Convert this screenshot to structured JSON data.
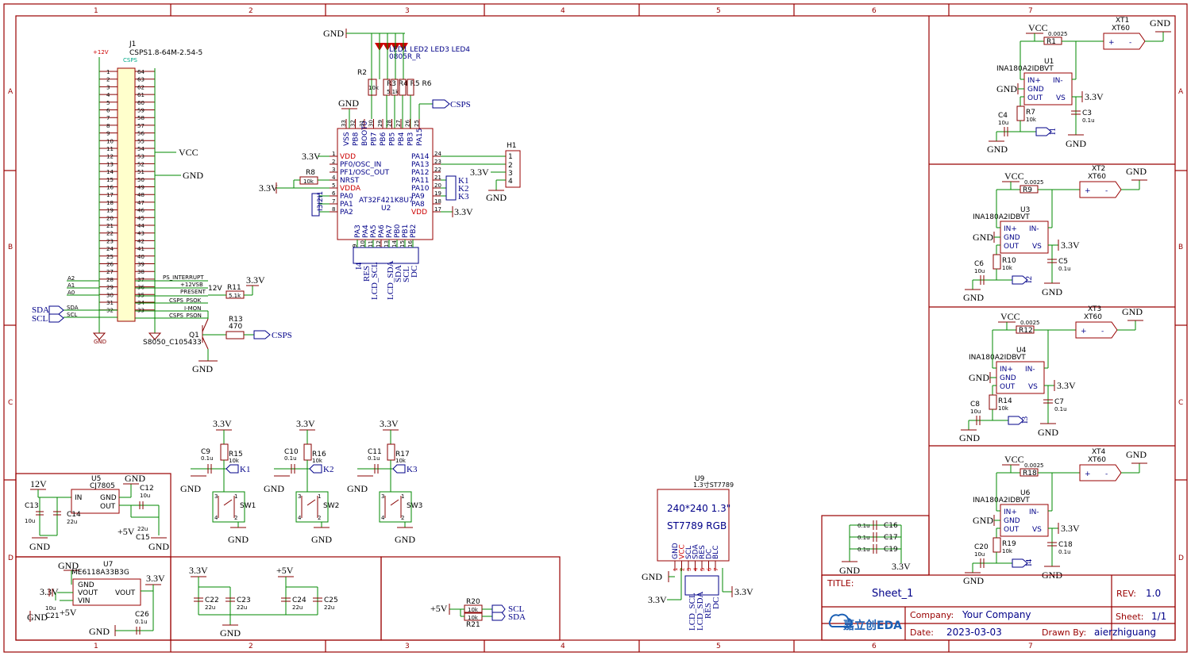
{
  "ruler": {
    "cols": [
      "1",
      "2",
      "3",
      "4",
      "5",
      "6",
      "7"
    ],
    "rows": [
      "A",
      "B",
      "C",
      "D"
    ]
  },
  "nets": {
    "plus12v": "+12V",
    "gnd": "GND",
    "vcc": "VCC",
    "v33": "3.3V",
    "v12": "12V",
    "plus5v": "+5V",
    "csps": "CSPS",
    "sda": "SDA",
    "scl": "SCL",
    "k1": "K1",
    "k2": "K2",
    "k3": "K3",
    "i1": "I1",
    "i2": "I2",
    "i3": "I3",
    "i4": "I4",
    "res": "RES",
    "lcd_scl": "LCD_SCL",
    "lcd_sda": "LCD_SDA",
    "dc": "DC",
    "blc": "BLC"
  },
  "j1": {
    "ref": "J1",
    "value": "CSPS1.8-64M-2.54-5",
    "inner": "CSPS",
    "pins_left": [
      "1",
      "2",
      "3",
      "4",
      "5",
      "6",
      "7",
      "8",
      "9",
      "10",
      "11",
      "12",
      "13",
      "14",
      "15",
      "16",
      "17",
      "18",
      "19",
      "20",
      "21",
      "22",
      "23",
      "24",
      "25",
      "26",
      "27",
      "28",
      "29",
      "30",
      "31",
      "32"
    ],
    "pins_right": [
      "64",
      "63",
      "62",
      "61",
      "60",
      "59",
      "58",
      "57",
      "56",
      "55",
      "54",
      "53",
      "52",
      "51",
      "50",
      "49",
      "48",
      "47",
      "46",
      "45",
      "44",
      "43",
      "42",
      "41",
      "40",
      "39",
      "38",
      "37",
      "36",
      "35",
      "34",
      "33"
    ],
    "side_left": [
      "A2",
      "A1",
      "A0"
    ],
    "signals": [
      "PS_INTERRUPT",
      "+12VSB",
      "PRESENT",
      "CSPS_PSOK",
      "I-MON",
      "CSPS_PSON",
      "SDA",
      "SCL"
    ]
  },
  "r11": {
    "ref": "R11",
    "value": "5.1k"
  },
  "q1": {
    "ref": "Q1",
    "value": "S8050_C105433"
  },
  "r13": {
    "ref": "R13",
    "value": "470"
  },
  "mcu": {
    "ref": "U2",
    "value": "AT32F421K8U7",
    "top_pins": [
      "VSS",
      "PB8",
      "BOOT0",
      "PB7",
      "PB6",
      "PB5",
      "PB4",
      "PB3",
      "PA15"
    ],
    "top_nums": [
      "33",
      "32",
      "31",
      "30",
      "29",
      "28",
      "27",
      "26",
      "25"
    ],
    "left_pins": [
      "VDD",
      "PF0/OSC_IN",
      "PF1/OSC_OUT",
      "NRST",
      "VDDA",
      "PA0",
      "PA1",
      "PA2"
    ],
    "left_nums": [
      "1",
      "2",
      "3",
      "4",
      "5",
      "6",
      "7",
      "8"
    ],
    "right_pins": [
      "PA14",
      "PA13",
      "PA12",
      "PA11",
      "PA10",
      "PA9",
      "PA8",
      "VDD"
    ],
    "right_nums": [
      "24",
      "23",
      "22",
      "21",
      "20",
      "19",
      "18",
      "17"
    ],
    "bottom_pins": [
      "PA3",
      "PA4",
      "PA5",
      "PA6",
      "PA7",
      "PB0",
      "PB1",
      "PB2"
    ],
    "bottom_nums": [
      "9",
      "10",
      "11",
      "12",
      "13",
      "14",
      "15",
      "16"
    ]
  },
  "leds": {
    "refs": "LED1 LED2 LED3 LED4",
    "value": "0805R_R"
  },
  "r2": {
    "ref": "R2",
    "value": "10k"
  },
  "r3_6": {
    "refs": "R3 R4 R5 R6",
    "value": "5.1k"
  },
  "r8": {
    "ref": "R8",
    "value": "10k"
  },
  "h1": {
    "ref": "H1",
    "pins": [
      "1",
      "2",
      "3",
      "4"
    ]
  },
  "ina": [
    {
      "ref": "U1",
      "xt": "XT1",
      "r": "R1",
      "rs": "R7",
      "c1": "C4",
      "c2": "C3",
      "io": "I1"
    },
    {
      "ref": "U3",
      "xt": "XT2",
      "r": "R9",
      "rs": "R10",
      "c1": "C6",
      "c2": "C5",
      "io": "I2"
    },
    {
      "ref": "U4",
      "xt": "XT3",
      "r": "R12",
      "rs": "R14",
      "c1": "C8",
      "c2": "C7",
      "io": "I3"
    },
    {
      "ref": "U6",
      "xt": "XT4",
      "r": "R18",
      "rs": "R19",
      "c1": "C20",
      "c2": "C18",
      "io": "I4"
    }
  ],
  "ina_common": {
    "part": "INA180A2IDBVT",
    "shunt": "0.0025",
    "xt_value": "XT60",
    "pin_in_p": "IN+",
    "pin_gnd": "GND",
    "pin_out": "OUT",
    "pin_in_n": "IN-",
    "pin_vs": "VS",
    "c_small": "10u",
    "c_vs": "0.1u",
    "r_out": "10k",
    "plus": "+",
    "minus": "-"
  },
  "u5": {
    "ref": "U5",
    "value": "CJ7805",
    "pin_in": "IN",
    "pin_gnd": "GND",
    "pin_out": "OUT",
    "c13": "C13",
    "c14": "C14",
    "c12": "C12",
    "c15": "C15",
    "v10u": "10u",
    "v22u": "22u"
  },
  "u7": {
    "ref": "U7",
    "value": "ME6118A33B3G",
    "pin_gnd": "GND",
    "pin_vout": "VOUT",
    "pin_vin": "VIN",
    "c21": "C21",
    "c26": "C26",
    "v10u": "10u",
    "v01u": "0.1u"
  },
  "keys": [
    {
      "r": "R15",
      "c": "C9",
      "sw": "SW1",
      "k": "K1"
    },
    {
      "r": "R16",
      "c": "C10",
      "sw": "SW2",
      "k": "K2"
    },
    {
      "r": "R17",
      "c": "C11",
      "sw": "SW3",
      "k": "K3"
    }
  ],
  "key_common": {
    "r": "10k",
    "c": "0.1u"
  },
  "caps_bottom": [
    {
      "ref": "C22",
      "val": "22u"
    },
    {
      "ref": "C23",
      "val": "22u"
    },
    {
      "ref": "C24",
      "val": "22u"
    },
    {
      "ref": "C25",
      "val": "22u"
    }
  ],
  "i2c_pull": {
    "r20": "R20",
    "r21": "R21",
    "val": "10k"
  },
  "lcd": {
    "ref": "U9",
    "value": "1.3寸ST7789",
    "line1": "240*240 1.3\"",
    "line2": "ST7789 RGB",
    "pins": [
      "GND",
      "VCC",
      "SCL",
      "SDA",
      "RES",
      "DC",
      "BLC"
    ],
    "nums": [
      "1",
      "2",
      "3",
      "4",
      "5",
      "6",
      "7"
    ]
  },
  "decap": [
    {
      "ref": "C16",
      "val": "0.1u"
    },
    {
      "ref": "C17",
      "val": "0.1u"
    },
    {
      "ref": "C19",
      "val": "0.1u"
    }
  ],
  "title_block": {
    "title_label": "TITLE:",
    "title": "Sheet_1",
    "rev_label": "REV:",
    "rev": "1.0",
    "company_label": "Company:",
    "company": "Your Company",
    "sheet_label": "Sheet:",
    "sheet": "1/1",
    "date_label": "Date:",
    "date": "2023-03-03",
    "drawn_label": "Drawn By:",
    "drawn": "aierzhiguang",
    "logo": "嘉立创EDA"
  }
}
